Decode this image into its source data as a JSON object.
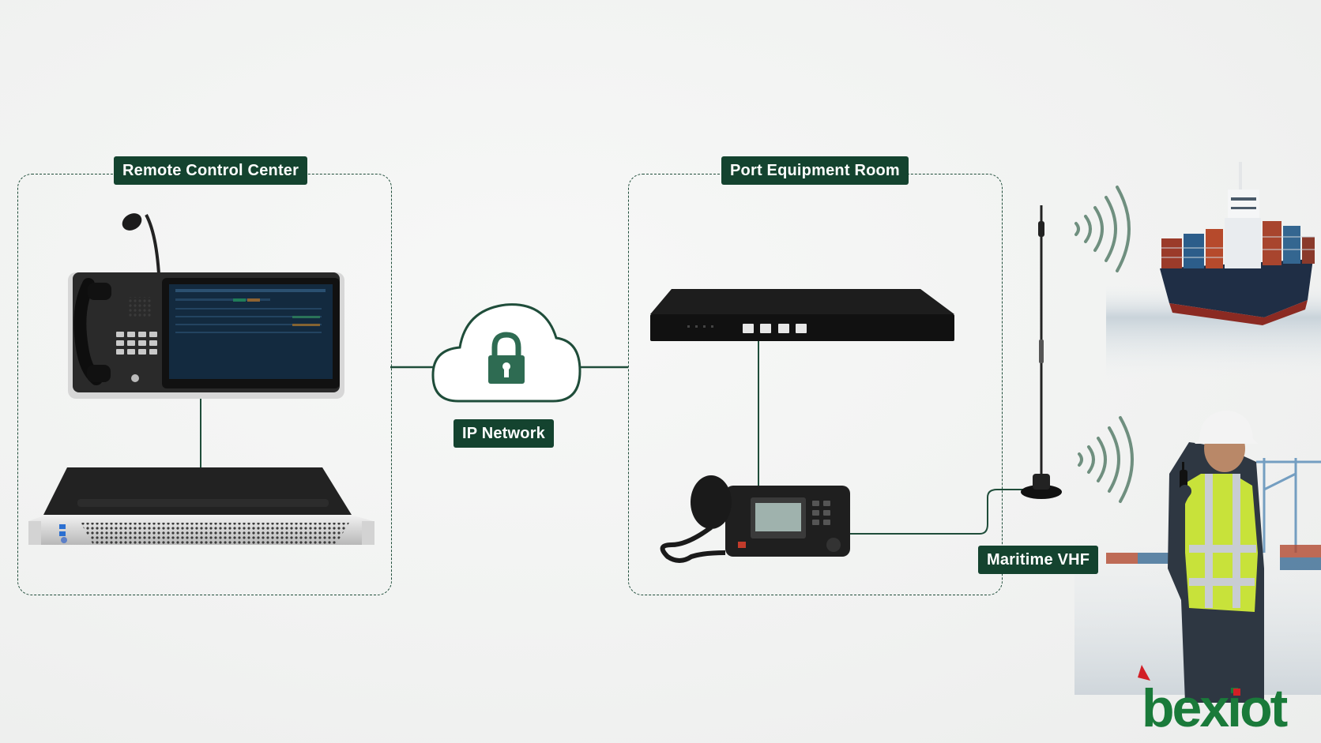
{
  "groups": {
    "remote": {
      "label": "Remote Control Center"
    },
    "port": {
      "label": "Port Equipment Room"
    }
  },
  "network": {
    "label": "IP Network"
  },
  "vhf": {
    "label": "Maritime VHF"
  },
  "brand": {
    "logo_text": "bexiot"
  },
  "colors": {
    "accent": "#14432f",
    "line": "#1f4d3a",
    "wave": "#6f8f7f",
    "logo_green": "#1a7a3a",
    "logo_red": "#d21f26"
  }
}
